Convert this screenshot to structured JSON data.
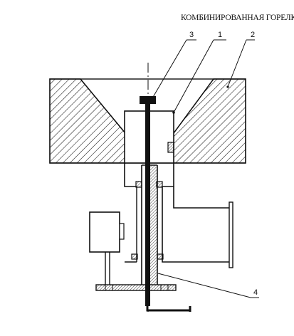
{
  "title": "КОМБИНИРОВАННАЯ ГОРЕЛКА",
  "labels": {
    "l1": "1",
    "l2": "2",
    "l3": "3",
    "l4": "4"
  },
  "colors": {
    "ink": "#111111",
    "background": "#ffffff"
  }
}
